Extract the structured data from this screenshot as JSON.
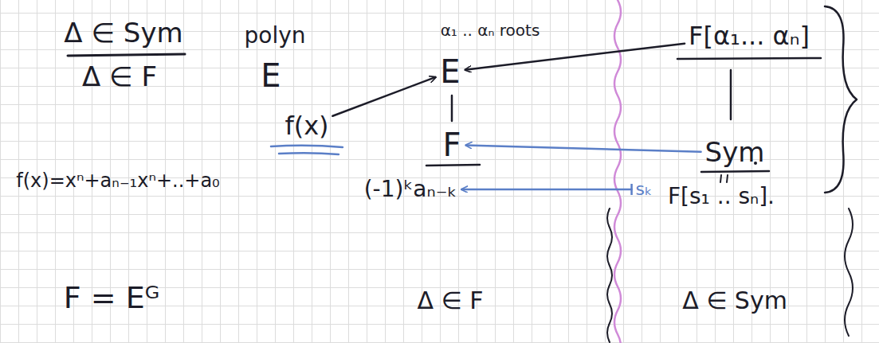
{
  "diagram": {
    "nodes": [
      {
        "text": [
          "F[α₁... αₙ]"
        ]
      },
      {
        "text": [
          "E"
        ]
      },
      {
        "text": [
          "f(x)"
        ]
      },
      {
        "text": [
          "F"
        ]
      },
      {
        "text": [
          "Sym"
        ]
      },
      {
        "text": [
          "(-1)ᵏaₙ₋ₖ"
        ]
      },
      {
        "text": [
          "sₖ"
        ]
      }
    ],
    "edges": [
      {
        "from": 0,
        "to": 1,
        "arrow": "to"
      },
      {
        "from": 2,
        "to": 1,
        "arrow": "to"
      },
      {
        "from": 4,
        "to": 3,
        "arrow": "to"
      },
      {
        "from": 6,
        "to": 5,
        "arrow": "to"
      }
    ],
    "labels": [
      "Δ ∈ Sym",
      "Δ ∈ F",
      "polyn",
      "α₁ .. αₙ roots",
      "E",
      "f(x)=xⁿ+aₙ₋₁xⁿ+..+a₀",
      "F = Eᴳ",
      "Δ ∈ F",
      "F[s₁ .. sₙ].",
      "Δ ∈ Sym"
    ]
  }
}
